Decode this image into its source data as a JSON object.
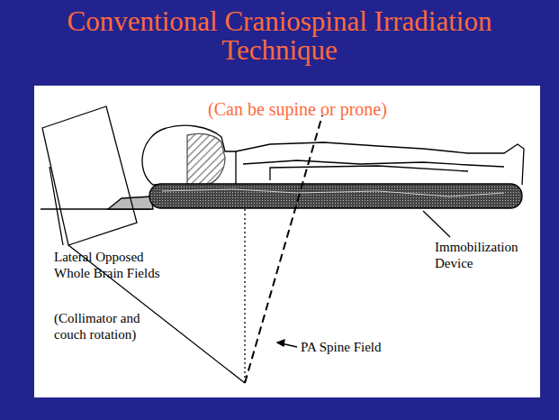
{
  "diagram": {
    "title": "Conventional Craniospinal Irradiation Technique",
    "labels": [
      "(Can be supine or prone)",
      "Lateral Opposed Whole Brain Fields",
      "(Collimator and couch rotation)",
      "Immobilization Device",
      "PA Spine Field"
    ]
  }
}
